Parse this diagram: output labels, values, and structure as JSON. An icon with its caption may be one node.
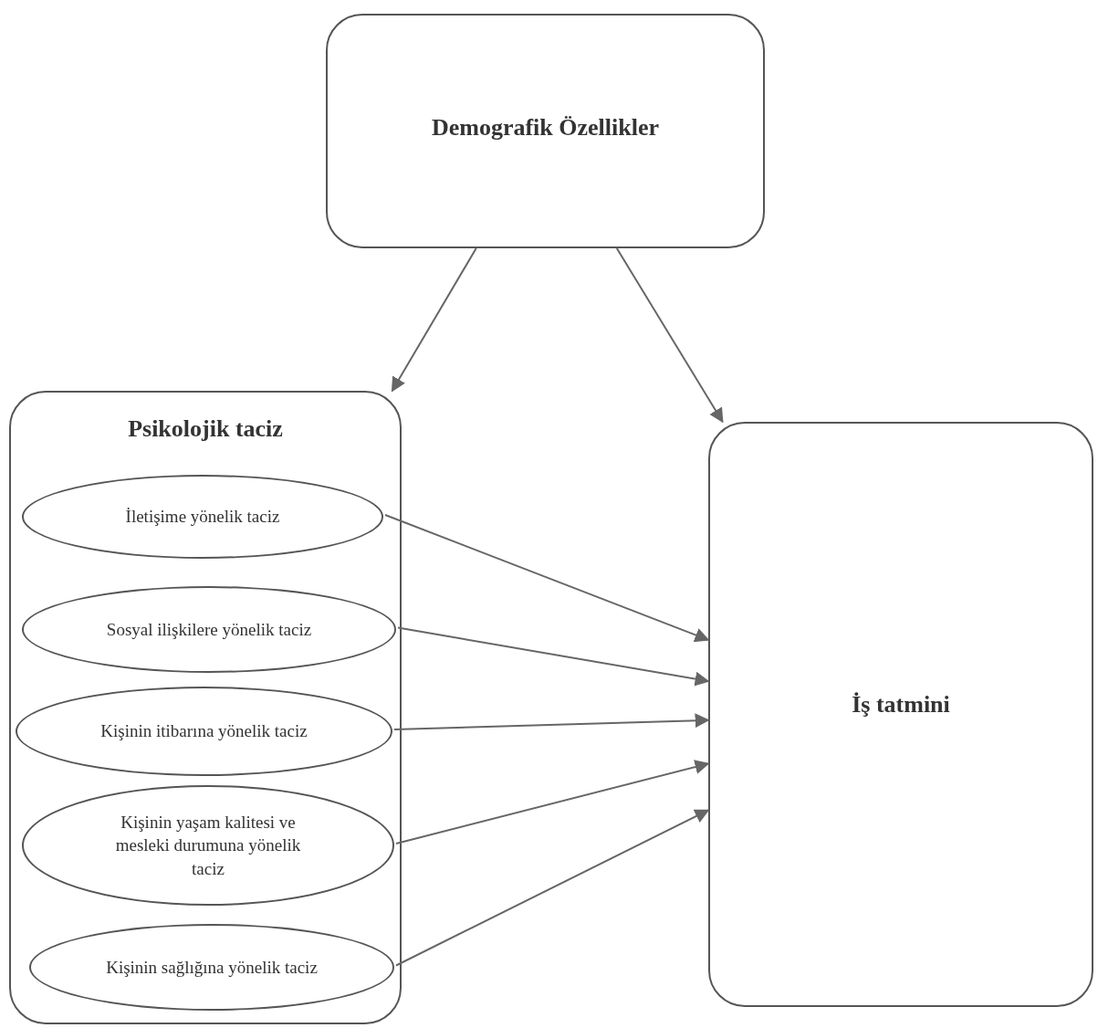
{
  "diagram": {
    "nodes": [
      {
        "text": [
          "Demografik Özellikler"
        ]
      },
      {
        "text": [
          "Psikolojik taciz"
        ]
      },
      {
        "text": [
          "İletişime yönelik taciz"
        ],
        "in": 1
      },
      {
        "text": [
          "Sosyal ilişkilere yönelik taciz"
        ],
        "in": 1
      },
      {
        "text": [
          "Kişinin itibarına yönelik taciz"
        ],
        "in": 1
      },
      {
        "text": [
          "Kişinin yaşam kalitesi ve mesleki durumuna yönelik taciz"
        ],
        "in": 1
      },
      {
        "text": [
          "Kişinin sağlığına yönelik taciz"
        ],
        "in": 1
      },
      {
        "text": [
          "İş tatmini"
        ]
      }
    ],
    "edges": [
      {
        "from": 0,
        "to": 1,
        "arrow": "to"
      },
      {
        "from": 0,
        "to": 7,
        "arrow": "to"
      },
      {
        "from": 2,
        "to": 7,
        "arrow": "to"
      },
      {
        "from": 3,
        "to": 7,
        "arrow": "to"
      },
      {
        "from": 4,
        "to": 7,
        "arrow": "to"
      },
      {
        "from": 5,
        "to": 7,
        "arrow": "to"
      },
      {
        "from": 6,
        "to": 7,
        "arrow": "to"
      }
    ]
  }
}
